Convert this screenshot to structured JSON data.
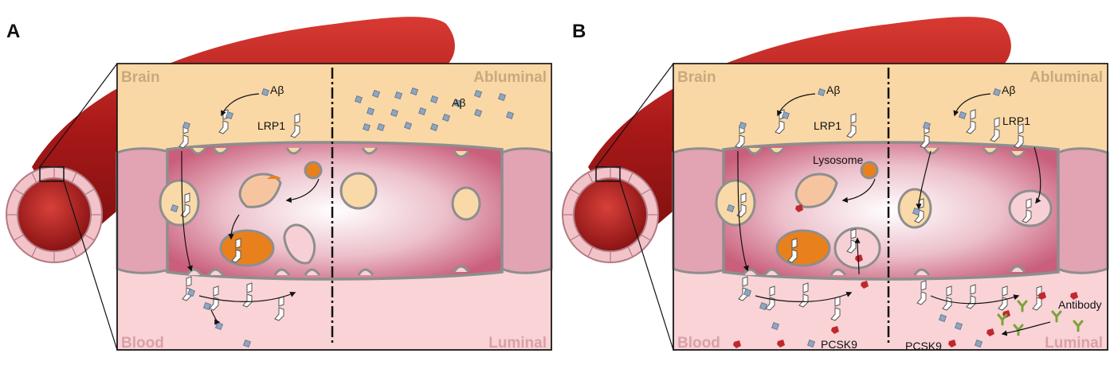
{
  "colors": {
    "brain_bg": "#fad8a6",
    "blood_bg": "#f9d3d6",
    "cell": "#e9b5c1",
    "cell_dark": "#c85c78",
    "membrane": "#8e8e8e",
    "vessel": "#b3201f",
    "lysosome": "#e8801c",
    "abeta": "#8fa5c0",
    "pcsk9": "#c0282d",
    "antibody": "#7aa33a"
  },
  "panel_a": {
    "letter": "A",
    "brain": "Brain",
    "abluminal": "Abluminal",
    "blood": "Blood",
    "luminal": "Luminal",
    "abeta": "Aβ",
    "abeta_right": "Aβ",
    "lrp1": "LRP1"
  },
  "panel_b": {
    "letter": "B",
    "brain": "Brain",
    "abluminal": "Abluminal",
    "blood": "Blood",
    "luminal": "Luminal",
    "abeta_left": "Aβ",
    "abeta_right": "Aβ",
    "lrp1_left": "LRP1",
    "lrp1_right": "LRP1",
    "lysosome": "Lysosome",
    "pcsk9_left": "PCSK9",
    "pcsk9_right": "PCSK9",
    "antibody": "Antibody"
  },
  "icons": [
    "abeta-square-icon",
    "lrp1-receptor-icon",
    "pcsk9-icon",
    "antibody-icon"
  ]
}
